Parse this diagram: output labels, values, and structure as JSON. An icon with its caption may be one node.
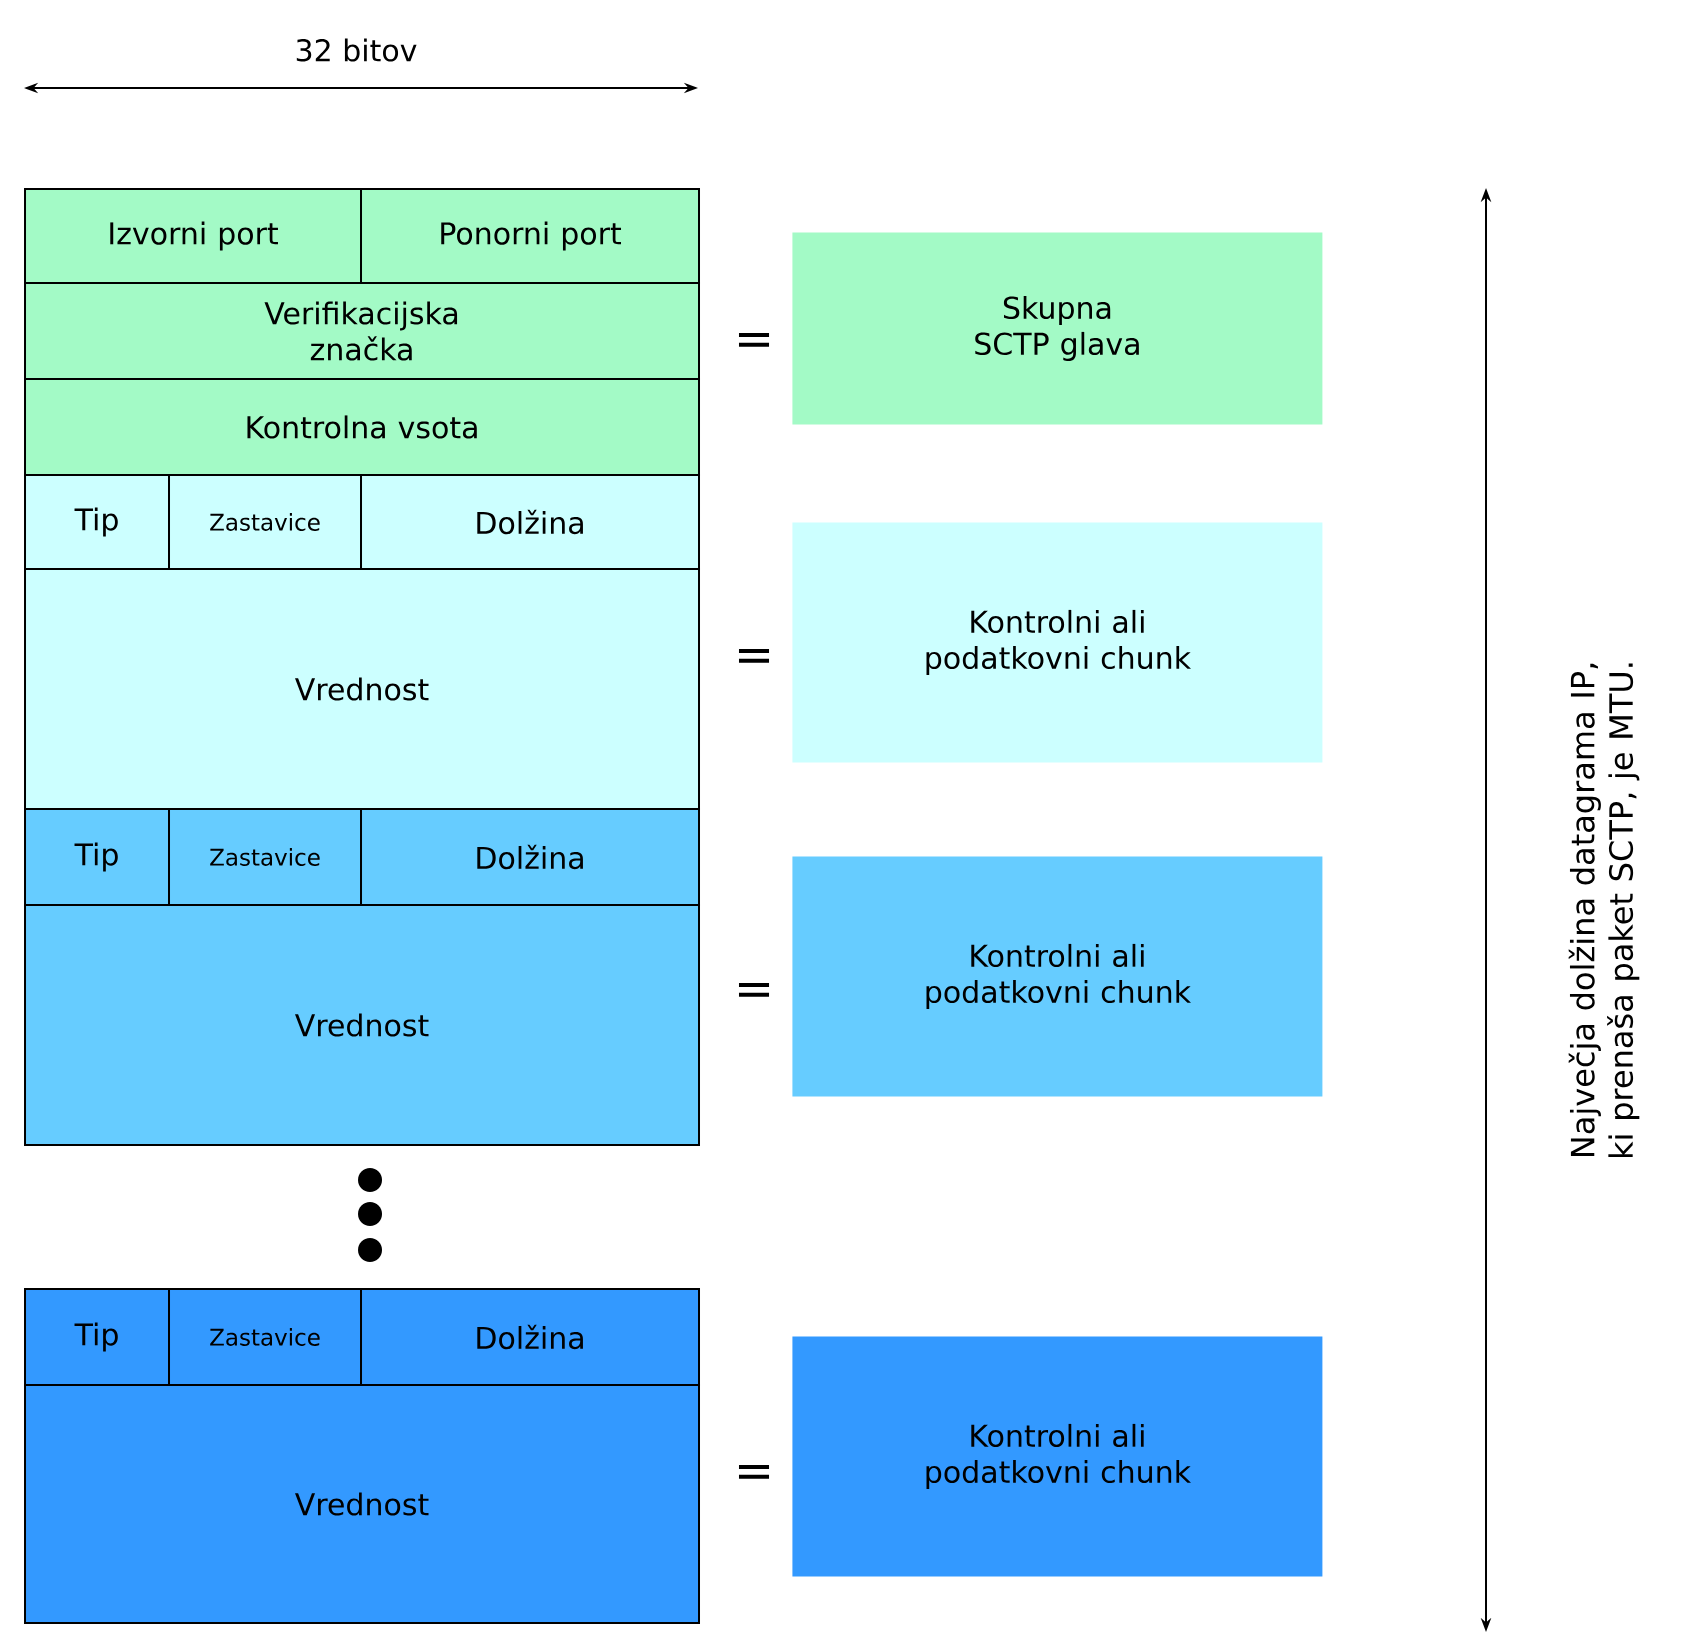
{
  "diagram": {
    "nodes": [
      {
        "text": [
          "Izvorni port"
        ]
      },
      {
        "text": [
          "Ponorni port"
        ]
      },
      {
        "text": [
          "Verifikacijska značka"
        ]
      },
      {
        "text": [
          "Kontrolna vsota"
        ]
      },
      {
        "text": [
          "Tip"
        ]
      },
      {
        "text": [
          "Zastavice"
        ]
      },
      {
        "text": [
          "Dolžina"
        ]
      },
      {
        "text": [
          "Vrednost"
        ]
      },
      {
        "text": [
          "Tip"
        ]
      },
      {
        "text": [
          "Zastavice"
        ]
      },
      {
        "text": [
          "Dolžina"
        ]
      },
      {
        "text": [
          "Vrednost"
        ]
      },
      {
        "text": [
          "Tip"
        ]
      },
      {
        "text": [
          "Zastavice"
        ]
      },
      {
        "text": [
          "Dolžina"
        ]
      },
      {
        "text": [
          "Vrednost"
        ]
      },
      {
        "text": [
          "Skupna SCTP glava"
        ]
      },
      {
        "text": [
          "Kontrolni ali podatkovni chunk"
        ]
      },
      {
        "text": [
          "Kontrolni ali podatkovni chunk"
        ]
      },
      {
        "text": [
          "Kontrolni ali podatkovni chunk"
        ]
      }
    ],
    "labels": [
      "32 bitov",
      "=",
      "=",
      "=",
      "=",
      "Največja dolžina datagrama IP, ki prenaša paket SCTP, je MTU."
    ]
  }
}
